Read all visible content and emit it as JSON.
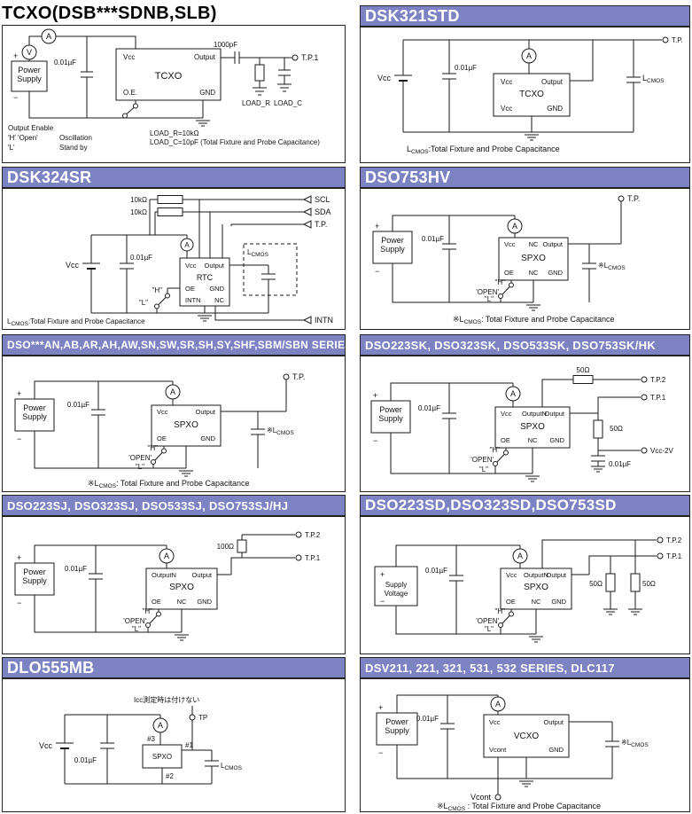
{
  "colors": {
    "header_bg": "#7d82c3",
    "header_text": "#ffffff",
    "line": "#1a1a1a"
  },
  "common": {
    "a": "A",
    "v": "V",
    "plus": "+",
    "minus": "−",
    "vcc": "Vcc",
    "gnd": "GND",
    "output": "Output",
    "outputn": "OutputN",
    "oe": "OE",
    "oe_dot": "O.E.",
    "nc": "NC",
    "cap": "0.01µF",
    "spxo": "SPXO",
    "tcxo": "TCXO",
    "rtc": "RTC",
    "vcxo": "VCXO",
    "tp": "T.P.",
    "tp1": "T.P.1",
    "tp2": "T.P.2",
    "power": "Power",
    "supply": "Supply",
    "h": "\"H\"",
    "l_state": "\"L\"",
    "open": "'OPEN'",
    "star": "※",
    "lsym": "L",
    "cmos": "CMOS",
    "note_a": ":Total Fixture and Probe Capacitance",
    "note_b": ": Total Fixture and Probe Capacitance",
    "note_c": " : Total Fixture and Probe Capacitance",
    "r50": "50Ω",
    "r100": "100Ω",
    "r10k": "10kΩ"
  },
  "panels": [
    {
      "title": "TCXO(DSB***SDNB,SLB)",
      "c1000": "1000pF",
      "load_r": "LOAD_R",
      "load_c": "LOAD_C",
      "leg1": "Output Enable",
      "leg2a": "'H' 'Open'",
      "leg2b": "Oscillation",
      "leg3a": "'L'",
      "leg3b": "Stand by",
      "note_loadr": "LOAD_R=10kΩ",
      "note_loadc": "LOAD_C=10pF (Total Fixture and Probe Capacitance)"
    },
    {
      "title": "DSK321STD"
    },
    {
      "title": "DSK324SR",
      "scl": "SCL",
      "sda": "SDA",
      "intn": "INTN"
    },
    {
      "title": "DSO753HV"
    },
    {
      "title": "DSO***AN,AB,AR,AH,AW,SN,SW,SR,SH,SY,SHF,SBM/SBN SERIES"
    },
    {
      "title": "DSO223SK, DSO323SK, DSO533SK, DSO753SK/HK",
      "vcc2v": "Vcc-2V"
    },
    {
      "title": "DSO223SJ, DSO323SJ, DSO533SJ, DSO753SJ/HJ"
    },
    {
      "title": "DSO223SD,DSO323SD,DSO753SD",
      "sv1": "Supply",
      "sv2": "Voltage"
    },
    {
      "title": "DLO555MB",
      "jp_note": "Icc測定時は付けない",
      "pin1": "#1",
      "pin2": "#2",
      "pin3": "#3",
      "tp": "TP"
    },
    {
      "title": "DSV211, 221, 321, 531, 532 SERIES, DLC117",
      "vcont": "Vcont"
    }
  ]
}
